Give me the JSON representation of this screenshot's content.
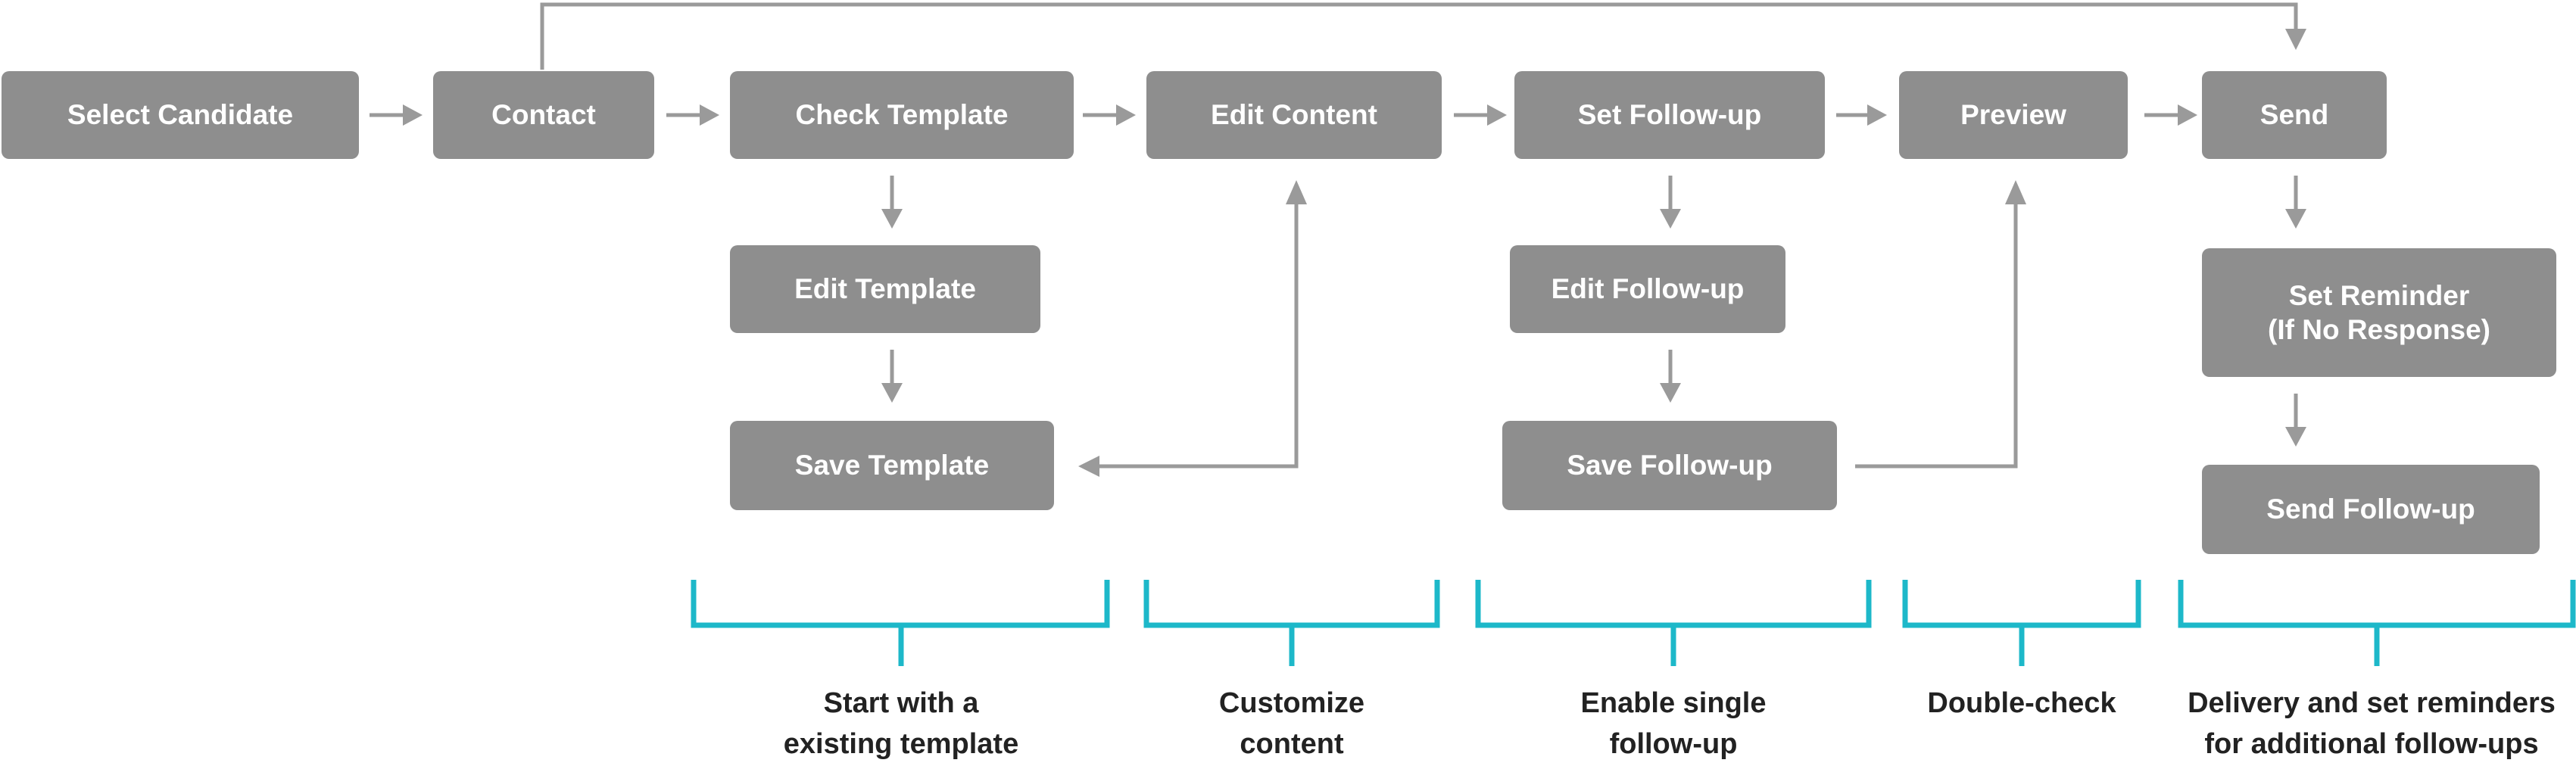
{
  "colors": {
    "node": "#8e8e8e",
    "node_text": "#ffffff",
    "connector": "#9a9a9a",
    "bracket": "#1db8c9",
    "caption_text": "#222222"
  },
  "nodes": {
    "select_candidate": "Select Candidate",
    "contact": "Contact",
    "check_template": "Check Template",
    "edit_content": "Edit Content",
    "set_follow_up": "Set Follow-up",
    "preview": "Preview",
    "send": "Send",
    "edit_template": "Edit Template",
    "save_template": "Save Template",
    "edit_follow_up": "Edit Follow-up",
    "save_follow_up": "Save Follow-up",
    "set_reminder": "Set Reminder\n(If No Response)",
    "send_follow_up": "Send Follow-up"
  },
  "captions": {
    "template": "Start with a\nexisting template",
    "customize": "Customize\ncontent",
    "follow_up": "Enable single\nfollow-up",
    "double_check": "Double-check",
    "delivery": "Delivery and set reminders\nfor additional follow-ups"
  }
}
